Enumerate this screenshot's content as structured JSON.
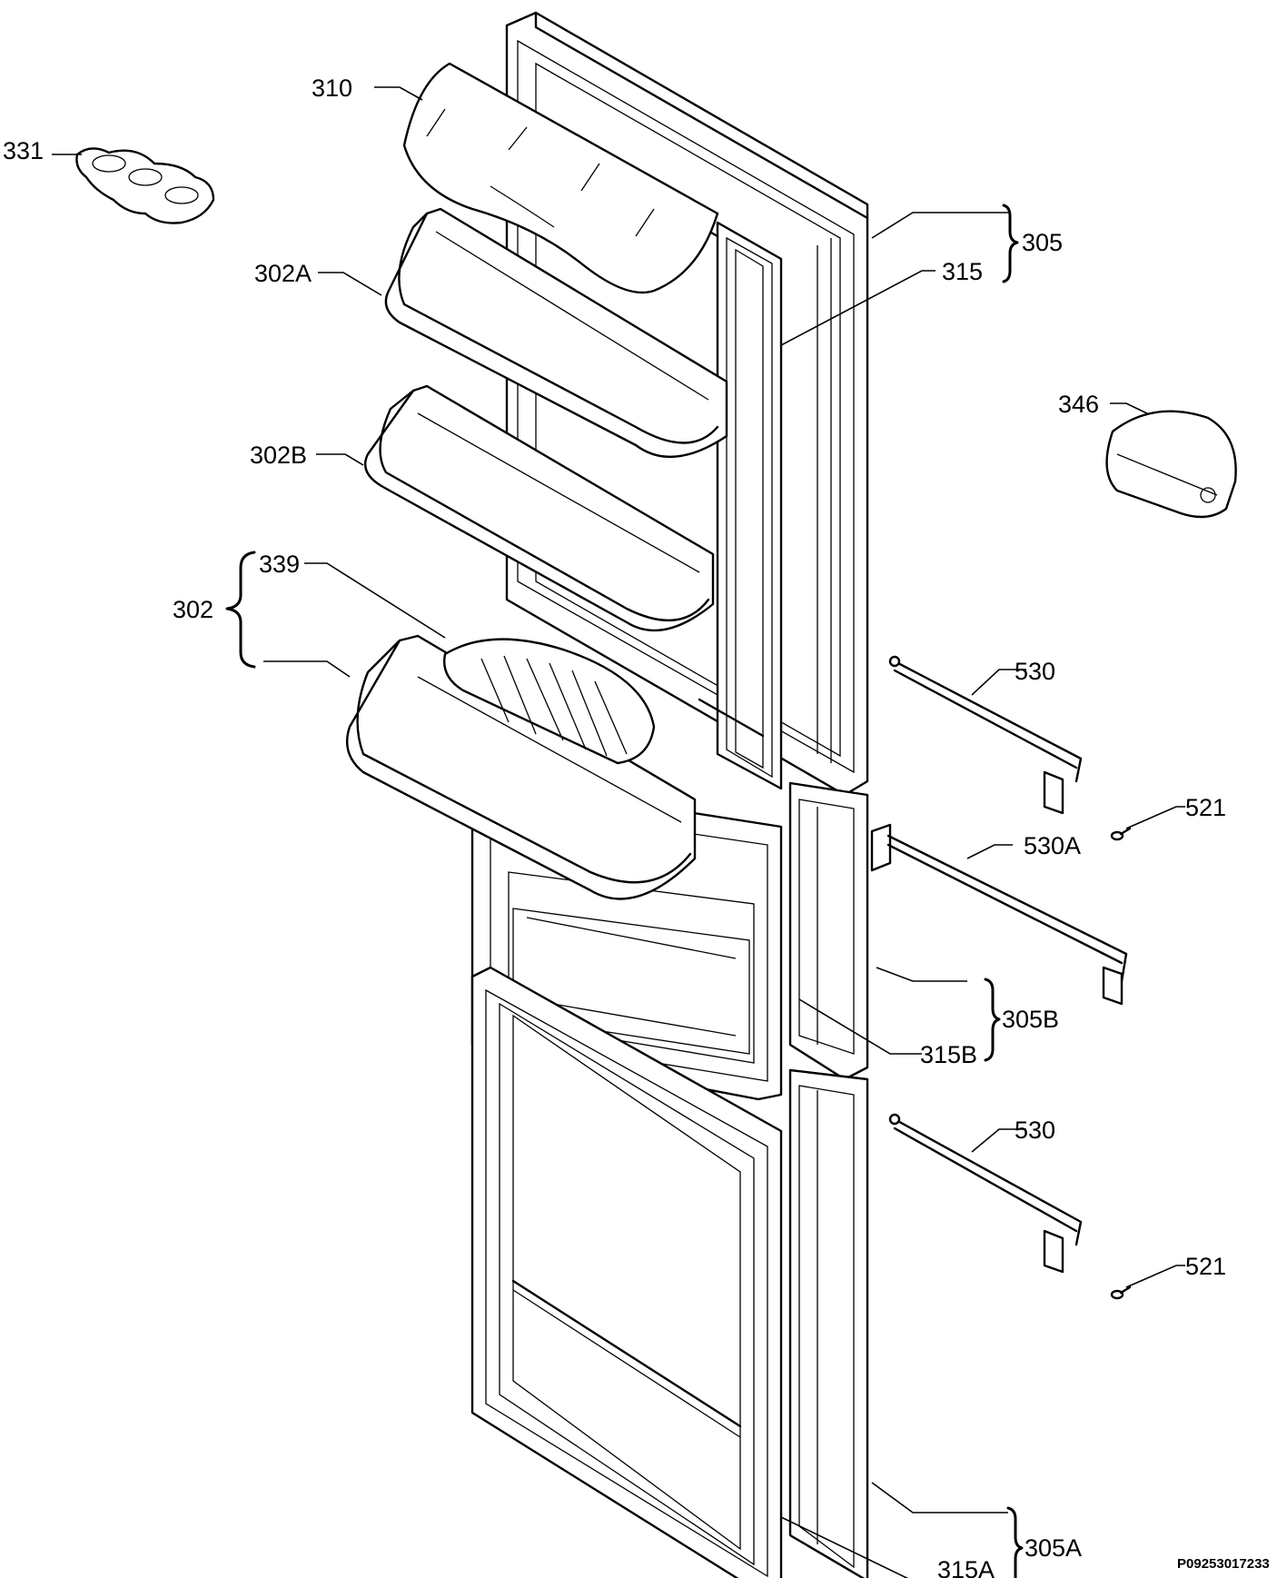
{
  "labels": {
    "l310": "310",
    "l331": "331",
    "l302A": "302A",
    "l302B": "302B",
    "l302": "302",
    "l339": "339",
    "l305": "305",
    "l315": "315",
    "l346": "346",
    "l530_top": "530",
    "l521_top": "521",
    "l530A": "530A",
    "l305B": "305B",
    "l315B": "315B",
    "l530_bottom": "530",
    "l521_bottom": "521",
    "l305A": "305A",
    "l315A": "315A"
  },
  "drawing_code": "P09253017233"
}
